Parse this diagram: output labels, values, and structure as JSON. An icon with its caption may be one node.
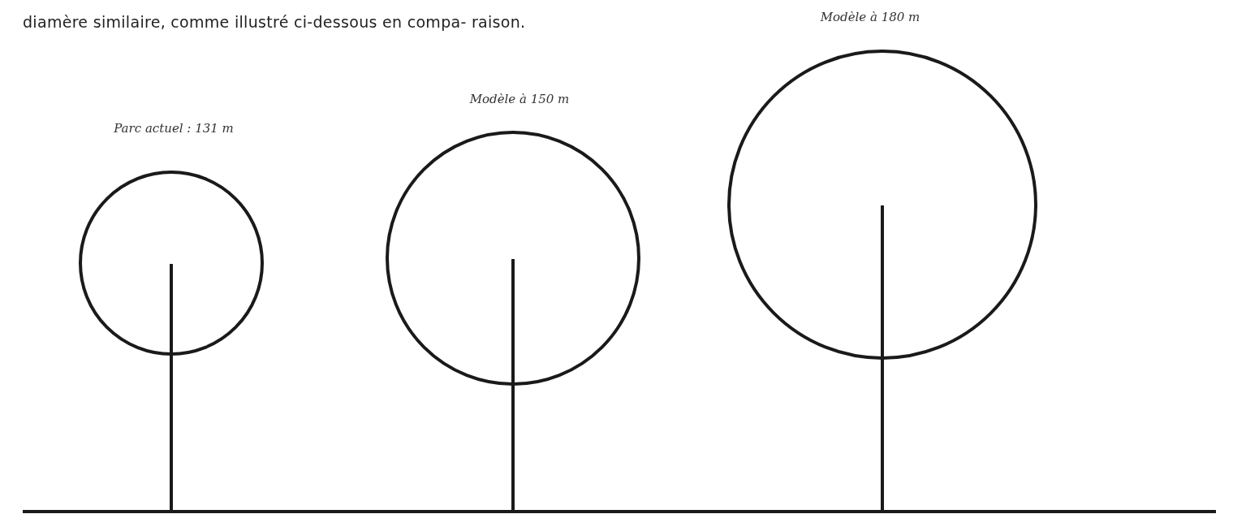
{
  "diagram": {
    "labels": [
      "diamère similaire, comme illustré ci-dessous en compa- raison.",
      "Modèle à 180 m",
      "Modèle à 150 m",
      "Parc actuel : 131 m"
    ]
  }
}
